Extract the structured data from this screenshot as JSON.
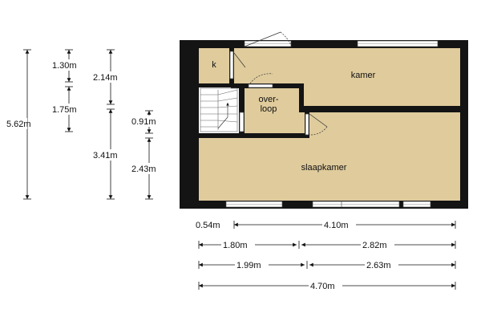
{
  "rooms": {
    "kamer": "kamer",
    "slaapkamer": "slaapkamer",
    "overloop_line1": "over-",
    "overloop_line2": "loop",
    "k": "k"
  },
  "vertical_dims": {
    "total": "5.62m",
    "k_height": "1.30m",
    "overloop_height": "1.75m",
    "kamer_height": "2.14m",
    "slaapkamer_height": "3.41m",
    "step": "0.91m",
    "slaapkamer_inner": "2.43m"
  },
  "horizontal_dims": {
    "row1_left": "0.54m",
    "row1_right": "4.10m",
    "row2_left": "1.80m",
    "row2_right": "2.82m",
    "row3_left": "1.99m",
    "row3_right": "2.63m",
    "total": "4.70m"
  },
  "colors": {
    "floor": "#dfcb9c",
    "wall": "#141414",
    "window": "#ffffff",
    "dim_line": "#111111"
  }
}
